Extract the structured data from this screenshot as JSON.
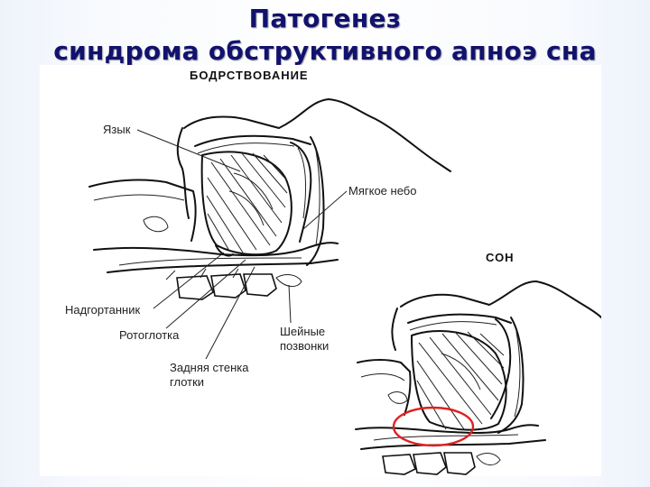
{
  "title": {
    "line1": "Патогенез",
    "line2": "синдрома обструктивного апноэ сна"
  },
  "figure": {
    "awake_header": "БОДРСТВОВАНИЕ",
    "sleep_header": "СОН",
    "labels": {
      "tongue": "Язык",
      "soft_palate": "Мягкое небо",
      "epiglottis": "Надгортанник",
      "oropharynx": "Ротоглотка",
      "cervical_1": "Шейные",
      "cervical_2": "позвонки",
      "posterior_wall_1": "Задняя стенка",
      "posterior_wall_2": "глотки"
    },
    "highlight_color": "#e02020",
    "title_color": "#12126e"
  }
}
